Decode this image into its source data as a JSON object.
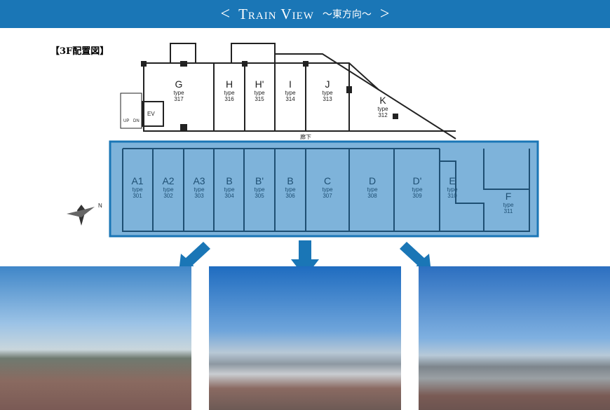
{
  "header": {
    "prev": "<",
    "title": "Train View",
    "subtitle": "〜東方向〜",
    "next": ">"
  },
  "caption": "【3F配置図】",
  "upper_units": [
    {
      "name": "G",
      "type": "type",
      "no": "317"
    },
    {
      "name": "H",
      "type": "type",
      "no": "316"
    },
    {
      "name": "H'",
      "type": "type",
      "no": "315"
    },
    {
      "name": "I",
      "type": "type",
      "no": "314"
    },
    {
      "name": "J",
      "type": "type",
      "no": "313"
    },
    {
      "name": "K",
      "type": "type",
      "no": "312"
    }
  ],
  "lower_units": [
    {
      "name": "A1",
      "type": "type",
      "no": "301"
    },
    {
      "name": "A2",
      "type": "type",
      "no": "302"
    },
    {
      "name": "A3",
      "type": "type",
      "no": "303"
    },
    {
      "name": "B",
      "type": "type",
      "no": "304"
    },
    {
      "name": "B'",
      "type": "type",
      "no": "305"
    },
    {
      "name": "B",
      "type": "type",
      "no": "306"
    },
    {
      "name": "C",
      "type": "type",
      "no": "307"
    },
    {
      "name": "D",
      "type": "type",
      "no": "308"
    },
    {
      "name": "D'",
      "type": "type",
      "no": "309"
    },
    {
      "name": "E",
      "type": "type",
      "no": "310"
    },
    {
      "name": "F",
      "type": "type",
      "no": "311"
    }
  ],
  "labels": {
    "ev": "EV",
    "corridor": "廊下",
    "up": "UP",
    "dn": "DN",
    "north": "N"
  },
  "colors": {
    "header": "#1a76b6",
    "highlight": "#7eb3da",
    "highlight_border": "#1a76b6"
  }
}
